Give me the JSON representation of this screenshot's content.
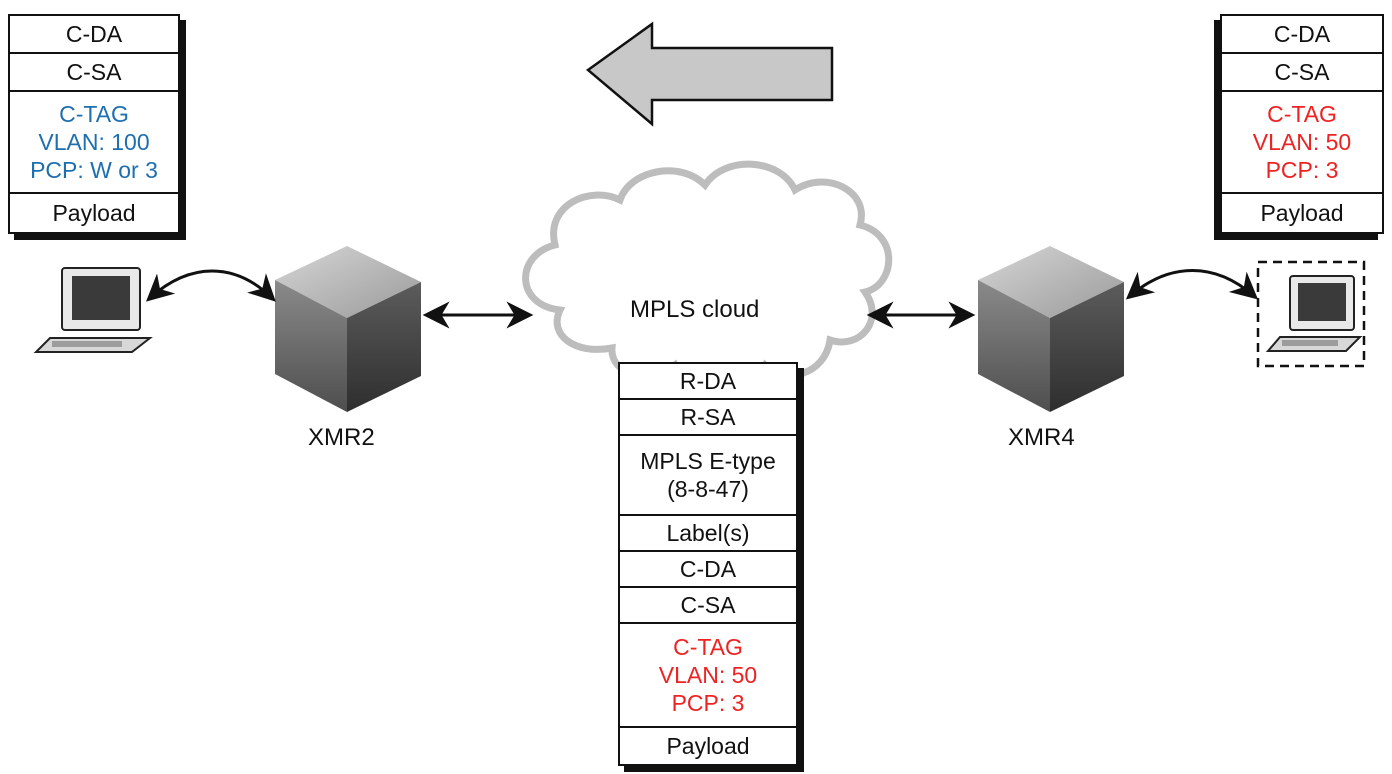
{
  "direction_arrow": {
    "color": "#c8c8c8"
  },
  "left_frame": {
    "rows": [
      {
        "lines": [
          "C-DA"
        ],
        "color": "#111111"
      },
      {
        "lines": [
          "C-SA"
        ],
        "color": "#111111"
      },
      {
        "lines": [
          "C-TAG",
          "VLAN: 100",
          "PCP: W or 3"
        ],
        "color": "#1e6fb0"
      },
      {
        "lines": [
          "Payload"
        ],
        "color": "#111111"
      }
    ]
  },
  "right_frame": {
    "rows": [
      {
        "lines": [
          "C-DA"
        ],
        "color": "#111111"
      },
      {
        "lines": [
          "C-SA"
        ],
        "color": "#111111"
      },
      {
        "lines": [
          "C-TAG",
          "VLAN: 50",
          "PCP: 3"
        ],
        "color": "#ee2222"
      },
      {
        "lines": [
          "Payload"
        ],
        "color": "#111111"
      }
    ]
  },
  "mpls_frame": {
    "rows": [
      {
        "lines": [
          "R-DA"
        ],
        "color": "#111111"
      },
      {
        "lines": [
          "R-SA"
        ],
        "color": "#111111"
      },
      {
        "lines": [
          "MPLS E-type",
          "(8-8-47)"
        ],
        "color": "#111111"
      },
      {
        "lines": [
          "Label(s)"
        ],
        "color": "#111111"
      },
      {
        "lines": [
          "C-DA"
        ],
        "color": "#111111"
      },
      {
        "lines": [
          "C-SA"
        ],
        "color": "#111111"
      },
      {
        "lines": [
          "C-TAG",
          "VLAN: 50",
          "PCP: 3"
        ],
        "color": "#ee2222"
      },
      {
        "lines": [
          "Payload"
        ],
        "color": "#111111"
      }
    ]
  },
  "cloud": {
    "label": "MPLS cloud"
  },
  "routers": {
    "left": {
      "label": "XMR2"
    },
    "right": {
      "label": "XMR4"
    }
  }
}
